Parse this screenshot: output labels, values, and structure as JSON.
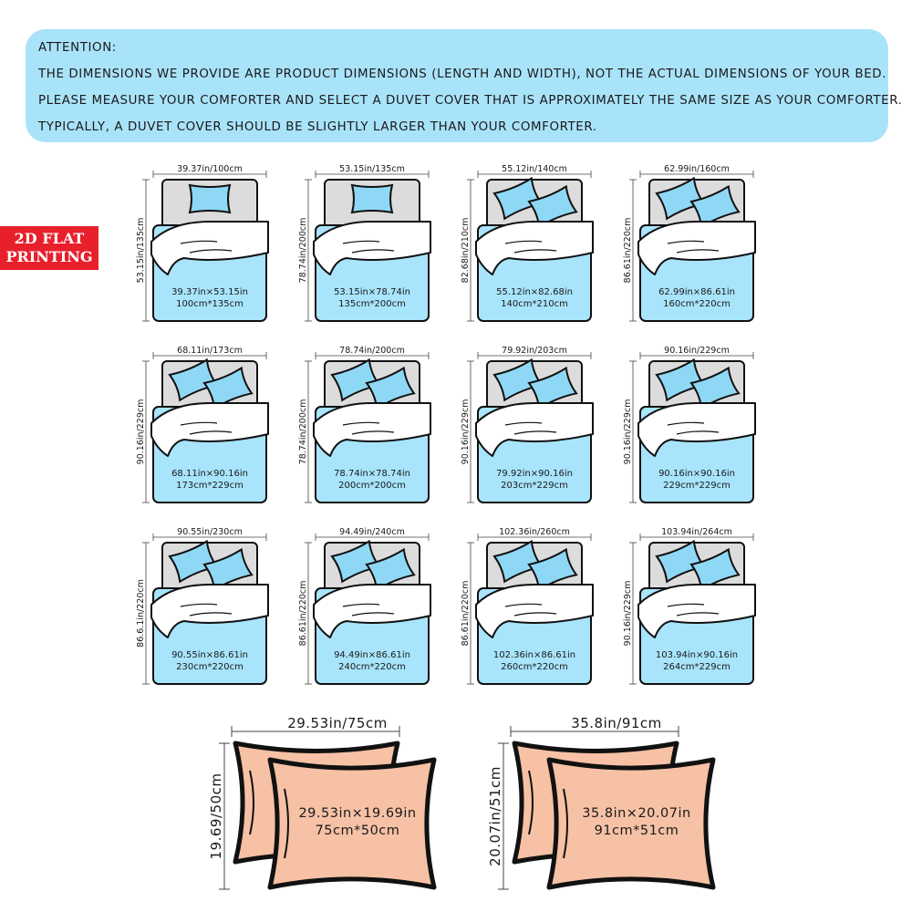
{
  "notice": {
    "lines": [
      "ATTENTION:",
      "THE DIMENSIONS WE PROVIDE ARE PRODUCT DIMENSIONS (LENGTH AND WIDTH), NOT THE ACTUAL DIMENSIONS OF YOUR BED.",
      "PLEASE MEASURE YOUR COMFORTER AND SELECT A DUVET COVER THAT IS APPROXIMATELY THE SAME SIZE AS YOUR COMFORTER.",
      "TYPICALLY, A DUVET COVER SHOULD BE SLIGHTLY LARGER THAN YOUR COMFORTER."
    ]
  },
  "badge": {
    "line1": "2D FLAT",
    "line2": "PRINTING"
  },
  "colors": {
    "notice_bg": "#a9e3fa",
    "duvet": "#a8e4fb",
    "pillow": "#8fd8f5",
    "sham": "#f6c1a5",
    "badge": "#e8202c"
  },
  "beds": [
    {
      "width": "39.37in/100cm",
      "length": "53.15in/135cm",
      "size_in": "39.37in×53.15in",
      "size_cm": "100cm*135cm",
      "pillows": 1
    },
    {
      "width": "53.15in/135cm",
      "length": "78.74in/200cm",
      "size_in": "53.15in×78.74in",
      "size_cm": "135cm*200cm",
      "pillows": 1
    },
    {
      "width": "55.12in/140cm",
      "length": "82.68in/210cm",
      "size_in": "55.12in×82.68in",
      "size_cm": "140cm*210cm",
      "pillows": 2
    },
    {
      "width": "62.99in/160cm",
      "length": "86.61in/220cm",
      "size_in": "62.99in×86.61in",
      "size_cm": "160cm*220cm",
      "pillows": 2
    },
    {
      "width": "68.11in/173cm",
      "length": "90.16in/229cm",
      "size_in": "68.11in×90.16in",
      "size_cm": "173cm*229cm",
      "pillows": 2
    },
    {
      "width": "78.74in/200cm",
      "length": "78.74in/200cm",
      "size_in": "78.74in×78.74in",
      "size_cm": "200cm*200cm",
      "pillows": 2
    },
    {
      "width": "79.92in/203cm",
      "length": "90.16in/229cm",
      "size_in": "79.92in×90.16in",
      "size_cm": "203cm*229cm",
      "pillows": 2
    },
    {
      "width": "90.16in/229cm",
      "length": "90.16in/229cm",
      "size_in": "90.16in×90.16in",
      "size_cm": "229cm*229cm",
      "pillows": 2
    },
    {
      "width": "90.55in/230cm",
      "length": "86.6.1in/220cm",
      "size_in": "90.55in×86.61in",
      "size_cm": "230cm*220cm",
      "pillows": 2
    },
    {
      "width": "94.49in/240cm",
      "length": "86.61in/220cm",
      "size_in": "94.49in×86.61in",
      "size_cm": "240cm*220cm",
      "pillows": 2
    },
    {
      "width": "102.36in/260cm",
      "length": "86.61in/220cm",
      "size_in": "102.36in×86.61in",
      "size_cm": "260cm*220cm",
      "pillows": 2
    },
    {
      "width": "103.94in/264cm",
      "length": "90.16in/229cm",
      "size_in": "103.94in×90.16in",
      "size_cm": "264cm*229cm",
      "pillows": 2
    }
  ],
  "pillowcases": [
    {
      "width": "29.53in/75cm",
      "height": "19.69/50cm",
      "size_in": "29.53in×19.69in",
      "size_cm": "75cm*50cm"
    },
    {
      "width": "35.8in/91cm",
      "height": "20.07in/51cm",
      "size_in": "35.8in×20.07in",
      "size_cm": "91cm*51cm"
    }
  ]
}
